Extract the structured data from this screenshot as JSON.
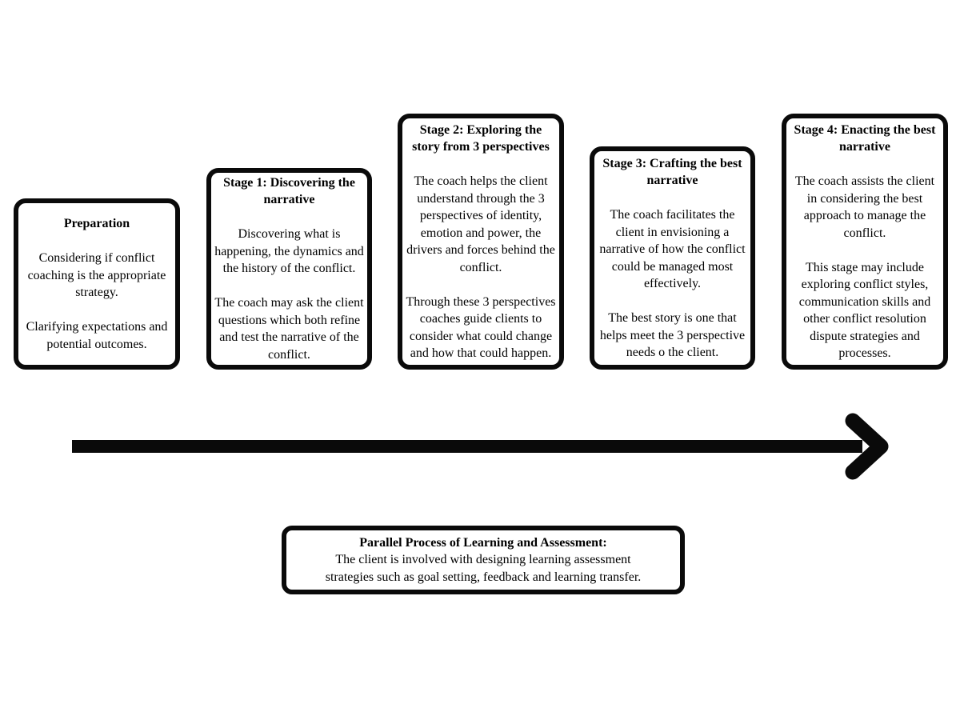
{
  "page": {
    "background": "#ffffff",
    "ink": "#0a0a0a"
  },
  "stages": [
    {
      "title": "Preparation",
      "p1": "Considering if conflict\ncoaching is the appropriate\nstrategy.",
      "p2": "Clarifying expectations and\npotential outcomes."
    },
    {
      "title": "Stage 1: Discovering the\nnarrative",
      "p1": "Discovering what is\nhappening, the dynamics and\nthe history of the conflict.",
      "p2": "The coach may ask the client\nquestions which both refine\nand test the narrative of the\nconflict."
    },
    {
      "title": "Stage 2: Exploring the\nstory from 3 perspectives",
      "p1": "The coach helps the client\nunderstand through the 3\nperspectives of identity,\nemotion and power, the\ndrivers and forces behind the\nconflict.",
      "p2": "Through these 3 perspectives\ncoaches guide clients to\nconsider what could change\nand how that could happen."
    },
    {
      "title": "Stage 3: Crafting the best\nnarrative",
      "p1": "The coach facilitates the\nclient in envisioning a\nnarrative of how the conflict\ncould be managed most\neffectively.",
      "p2": "The best story is one that\nhelps meet the 3 perspective\nneeds o the client."
    },
    {
      "title": "Stage 4: Enacting the best\nnarrative",
      "p1": "The coach assists the client\nin considering the best\napproach to manage the\nconflict.",
      "p2": "This stage may include\nexploring conflict styles,\ncommunication skills and\nother conflict resolution\ndispute strategies and\nprocesses."
    }
  ],
  "parallel_process": {
    "title": "Parallel Process of Learning and Assessment:",
    "body": "The client is involved with designing learning assessment\nstrategies such as goal setting, feedback and learning transfer."
  },
  "arrow": {
    "direction": "right",
    "color": "#0a0a0a"
  }
}
